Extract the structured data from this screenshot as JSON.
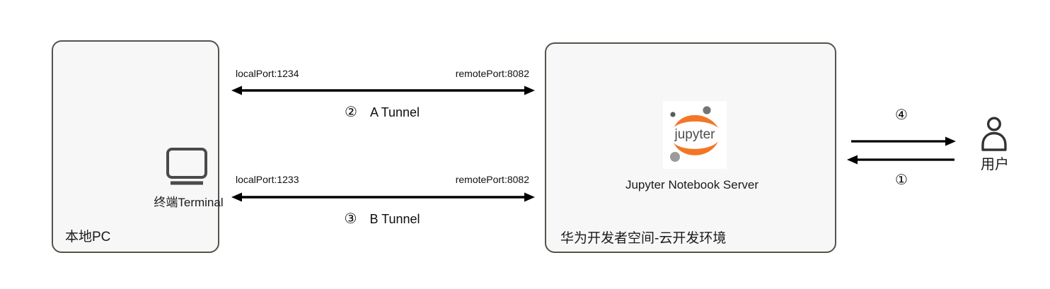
{
  "diagram_title": "Jupyter tunnel architecture",
  "colors": {
    "background": "#ffffff",
    "box_fill": "#f7f7f7",
    "box_border": "#53534b",
    "arrow": "#000000",
    "icon_stroke": "#4a4a4a",
    "jupyter_orange": "#f37626",
    "jupyter_text_gray": "#4e4e4e"
  },
  "local_pc": {
    "title": "本地PC",
    "terminal_label": "终端Terminal",
    "icon": "monitor-icon"
  },
  "cloud_env": {
    "title": "华为开发者空间-云开发环境",
    "server_label": "Jupyter Notebook Server",
    "logo_text": "jupyter",
    "icon": "jupyter-logo"
  },
  "tunnels": [
    {
      "step": "②",
      "name": "A Tunnel",
      "local_port": "localPort:1234",
      "remote_port": "remotePort:8082",
      "direction": "bidirectional"
    },
    {
      "step": "③",
      "name": "B Tunnel",
      "local_port": "localPort:1233",
      "remote_port": "remotePort:8082",
      "direction": "bidirectional"
    }
  ],
  "user_flow": {
    "user_label": "用户",
    "to_user_step": "④",
    "from_user_step": "①",
    "icon": "user-icon"
  }
}
